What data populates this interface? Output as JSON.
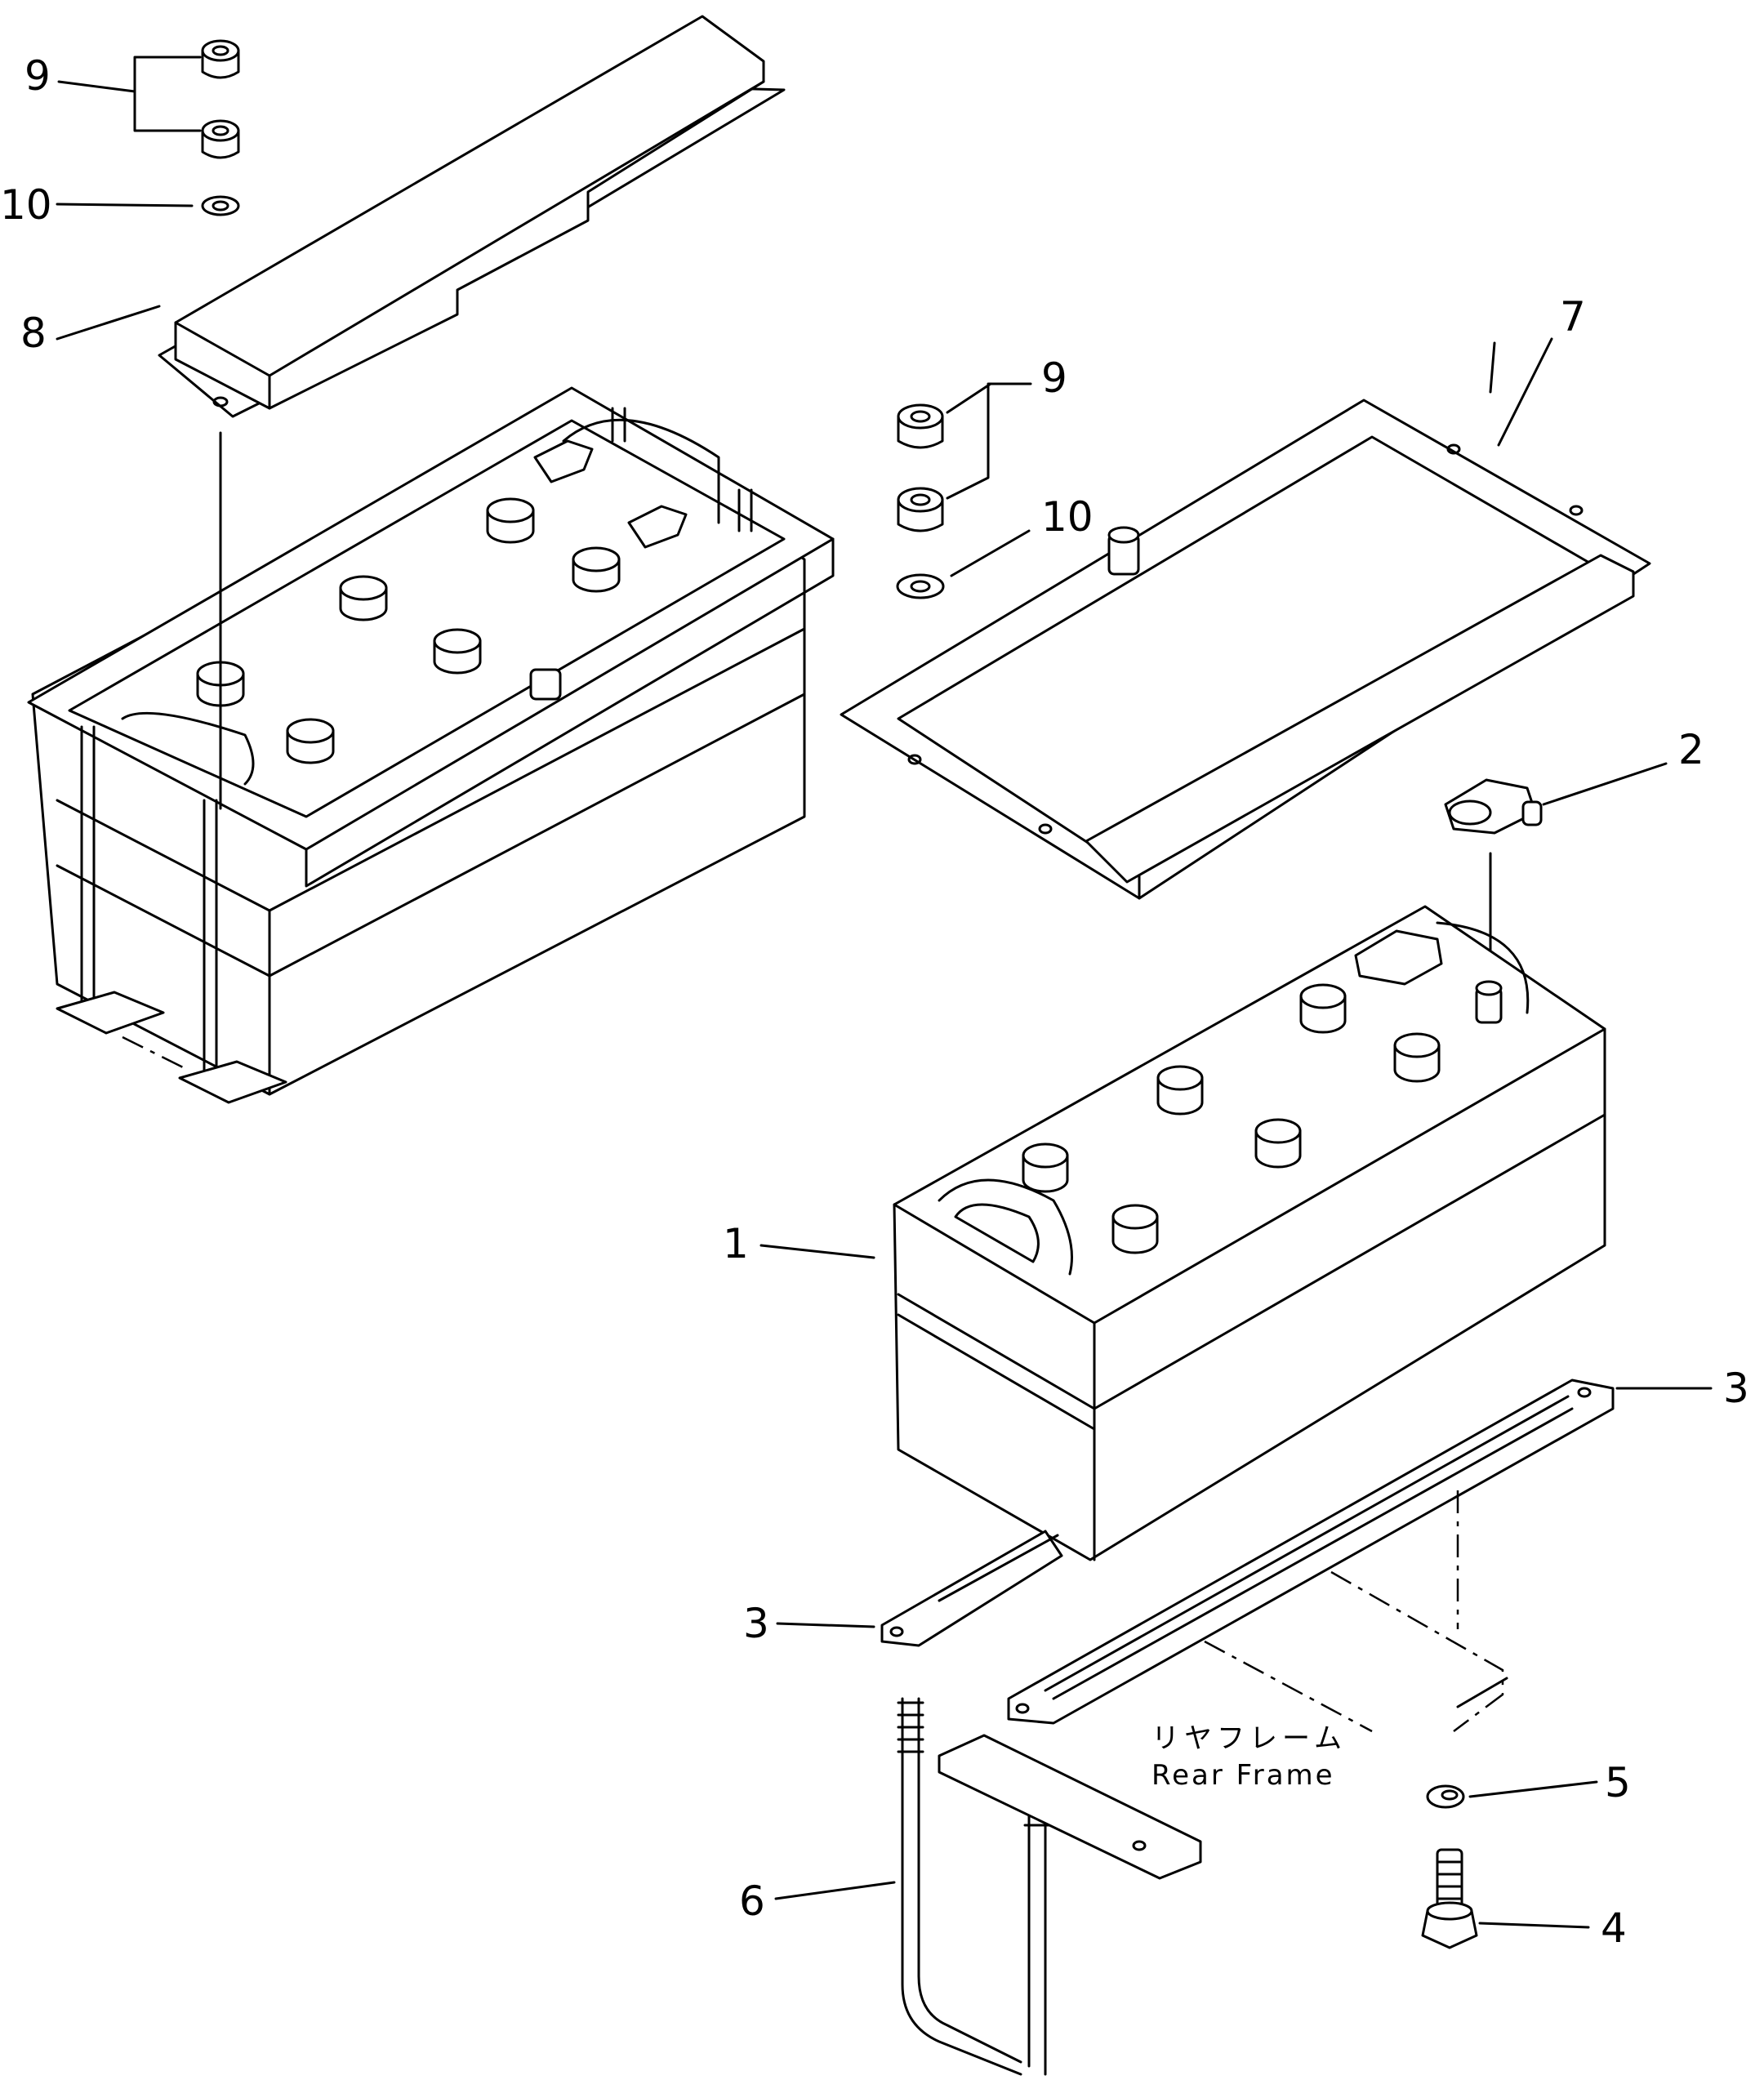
{
  "callouts": {
    "n1": "1",
    "n2": "2",
    "n3a": "3",
    "n3b": "3",
    "n4": "4",
    "n5": "5",
    "n6": "6",
    "n7": "7",
    "n8": "8",
    "n9a": "9",
    "n9b": "9",
    "n10a": "10",
    "n10b": "10"
  },
  "frame_label": {
    "japanese": "リヤフレーム",
    "english": "Rear Frame"
  }
}
